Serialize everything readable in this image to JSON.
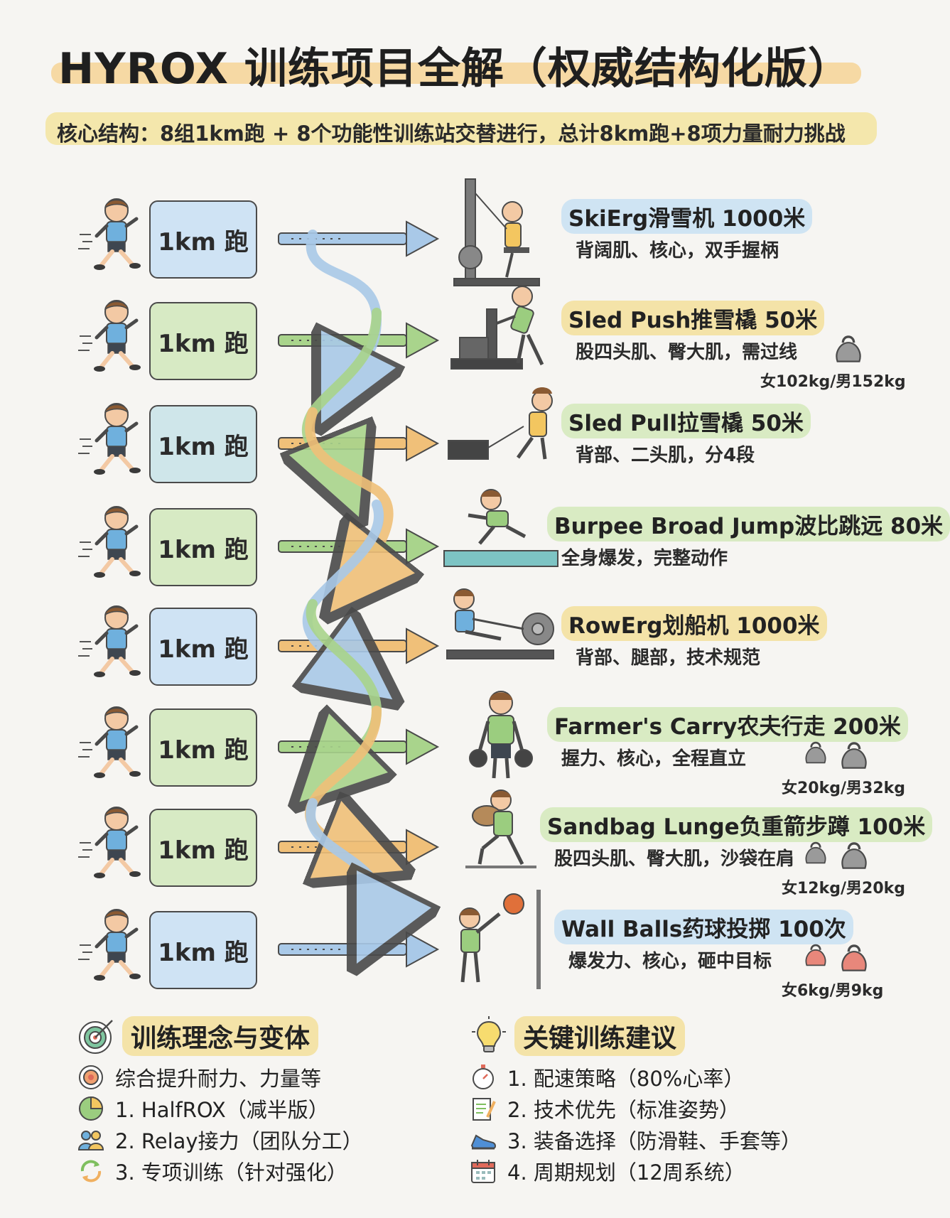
{
  "header": {
    "title": "HYROX 训练项目全解（权威结构化版）",
    "subtitle": "核心结构：8组1km跑 + 8个功能性训练站交替进行，总计8km跑+8项力量耐力挑战"
  },
  "run_label": "1km 跑",
  "stations": [
    {
      "name": "SkiErg滑雪机 1000米",
      "desc": "背阔肌、核心，双手握柄",
      "weight": "",
      "highlight": "#cfe4f3",
      "icon": "skierg-icon"
    },
    {
      "name": "Sled Push推雪橇 50米",
      "desc": "股四头肌、臀大肌，需过线",
      "weight": "女102kg/男152kg",
      "highlight": "#f4e3a8",
      "icon": "sled-push-icon"
    },
    {
      "name": "Sled Pull拉雪橇 50米",
      "desc": "背部、二头肌，分4段",
      "weight": "",
      "highlight": "#d9ebc3",
      "icon": "sled-pull-icon"
    },
    {
      "name": "Burpee Broad Jump波比跳远 80米",
      "desc": "全身爆发，完整动作",
      "weight": "",
      "highlight": "#d9ebc3",
      "icon": "burpee-icon"
    },
    {
      "name": "RowErg划船机 1000米",
      "desc": "背部、腿部，技术规范",
      "weight": "",
      "highlight": "#f4e3a8",
      "icon": "rower-icon"
    },
    {
      "name": "Farmer's Carry农夫行走 200米",
      "desc": "握力、核心，全程直立",
      "weight": "女20kg/男32kg",
      "highlight": "#d9ebc3",
      "icon": "farmers-carry-icon"
    },
    {
      "name": "Sandbag Lunge负重箭步蹲 100米",
      "desc": "股四头肌、臀大肌，沙袋在肩",
      "weight": "女12kg/男20kg",
      "highlight": "#d9ebc3",
      "icon": "sandbag-lunge-icon"
    },
    {
      "name": "Wall Balls药球投掷 100次",
      "desc": "爆发力、核心，砸中目标",
      "weight": "女6kg/男9kg",
      "highlight": "#cfe4f3",
      "icon": "wall-ball-icon"
    }
  ],
  "philosophy": {
    "title": "训练理念与变体",
    "items": [
      {
        "text": "综合提升耐力、力量等",
        "icon": "target-icon"
      },
      {
        "text": "1. HalfROX（减半版）",
        "icon": "pie-chart-icon"
      },
      {
        "text": "2. Relay接力（团队分工）",
        "icon": "team-icon"
      },
      {
        "text": "3. 专项训练（针对强化）",
        "icon": "refresh-icon"
      }
    ]
  },
  "advice": {
    "title": "关键训练建议",
    "items": [
      {
        "text": "1. 配速策略（80%心率）",
        "icon": "stopwatch-icon"
      },
      {
        "text": "2. 技术优先（标准姿势）",
        "icon": "notepad-icon"
      },
      {
        "text": "3. 装备选择（防滑鞋、手套等）",
        "icon": "shoe-icon"
      },
      {
        "text": "4. 周期规划（12周系统）",
        "icon": "calendar-icon"
      }
    ]
  },
  "colors": {
    "run_box_fills": [
      "#cfe3f4",
      "#d7eac4",
      "#cfe6ea",
      "#d7eac4",
      "#cfe3f4",
      "#d7eac4",
      "#d7eac4",
      "#cfe3f4"
    ],
    "arrow_colors": [
      "#a9c9e8",
      "#a9d48c",
      "#f0c079",
      "#a9d48c",
      "#f0c079",
      "#a9d48c",
      "#f0c079",
      "#a9c9e8"
    ],
    "weight_red": "#e8877b",
    "weight_gray": "#9a9a9a"
  }
}
